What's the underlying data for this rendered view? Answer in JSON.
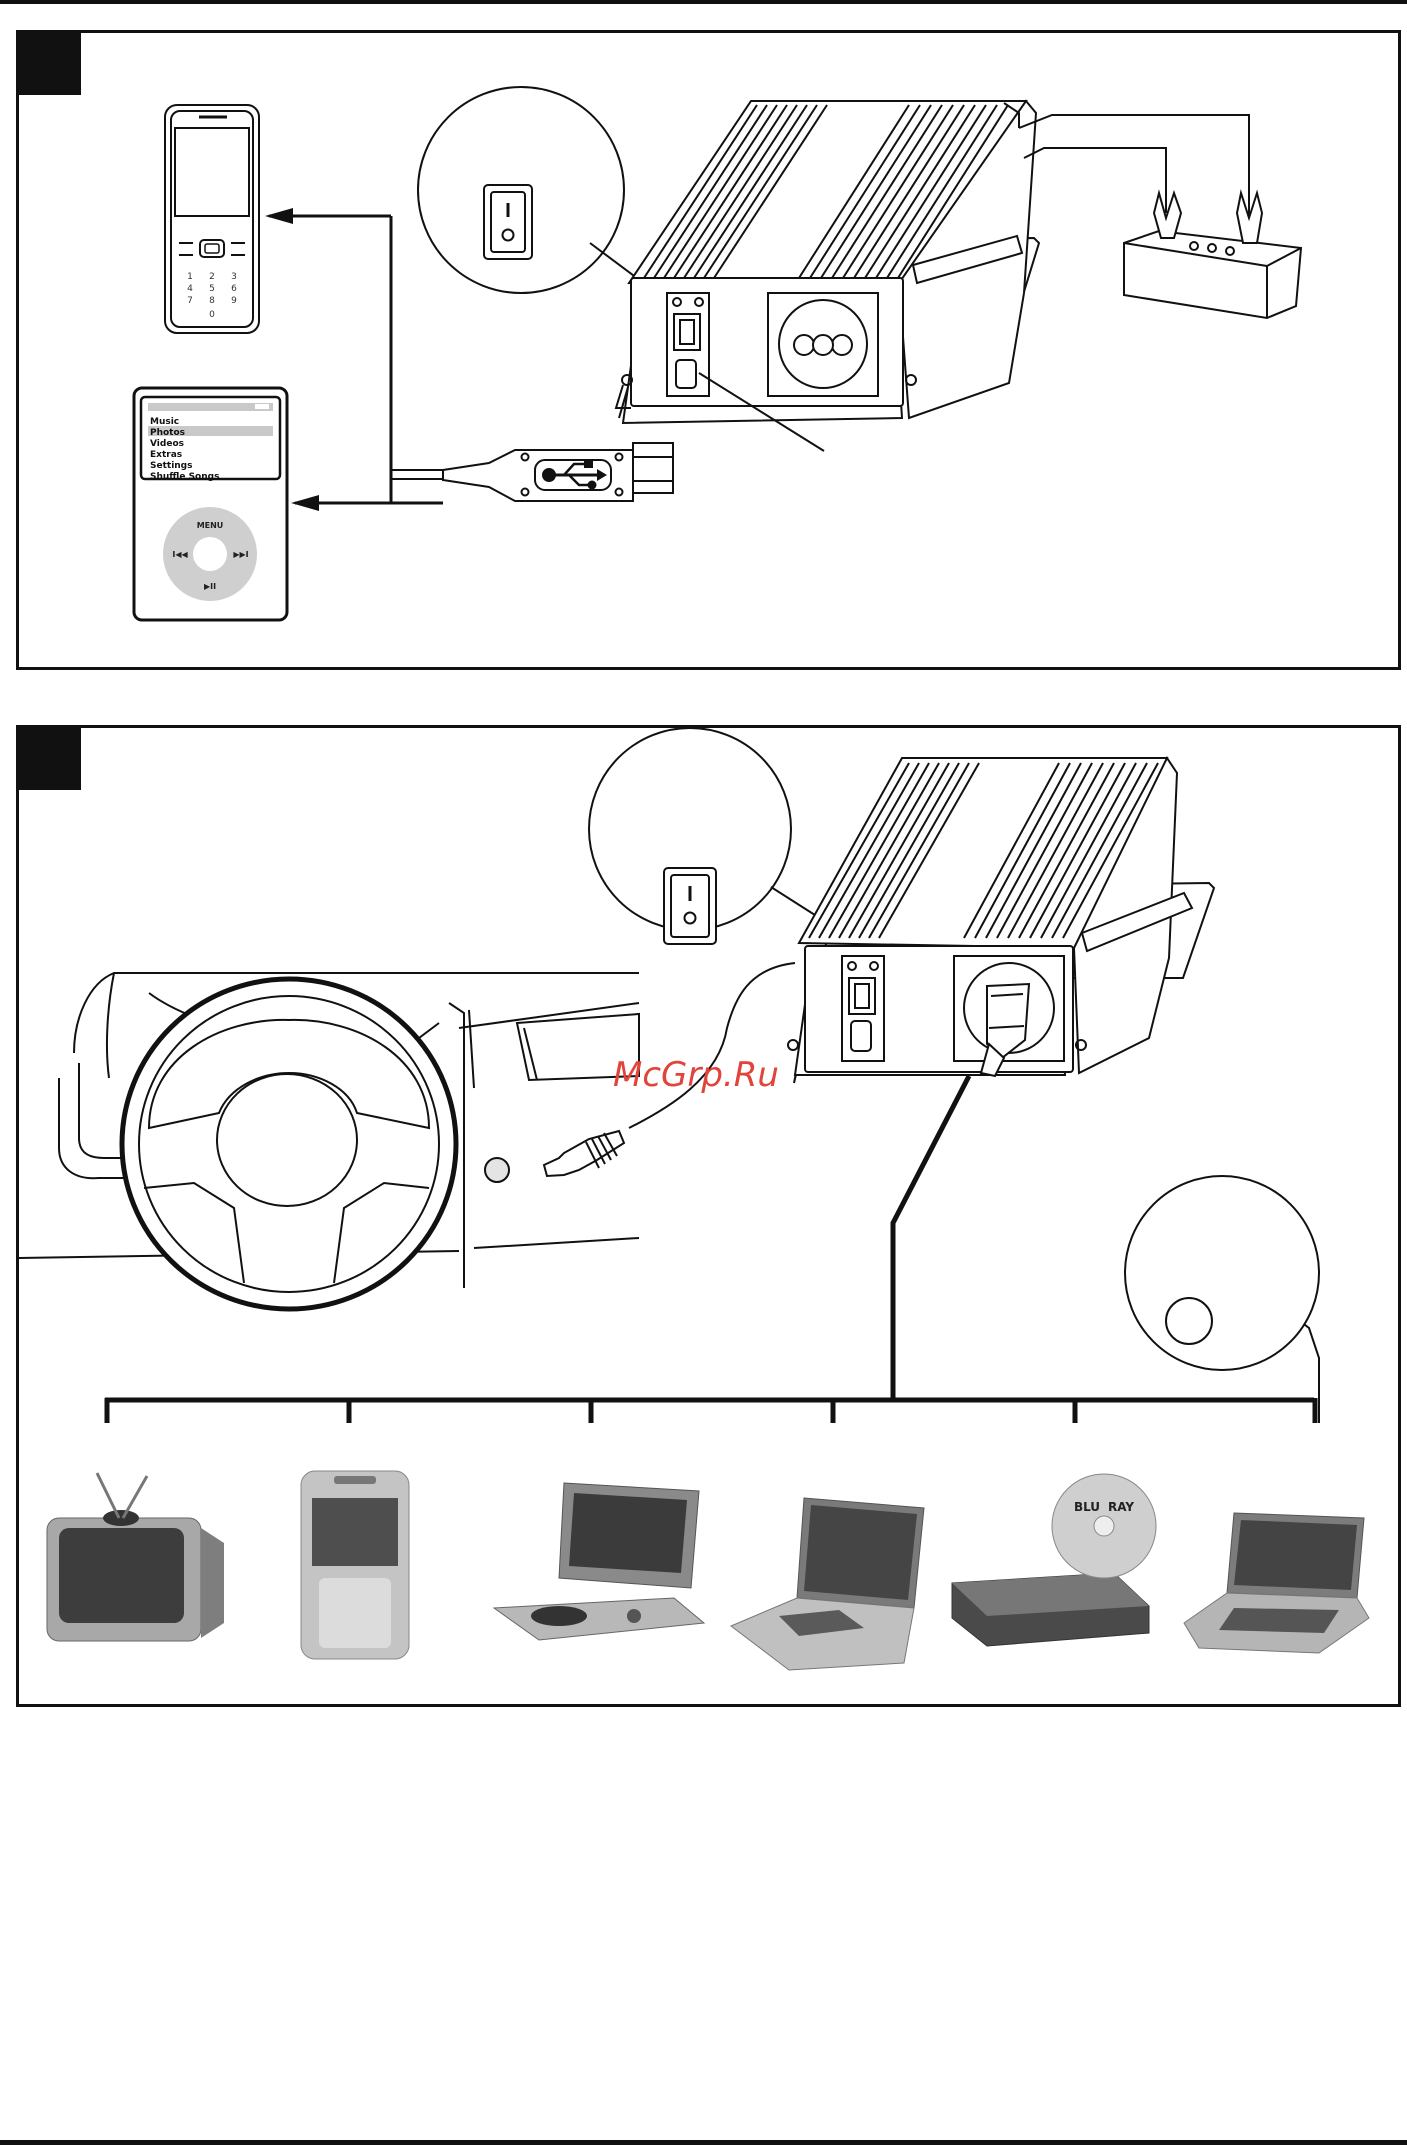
{
  "ipod": {
    "menu_items": [
      "Music",
      "Photos",
      "Videos",
      "Extras",
      "Settings",
      "Shuffle Songs"
    ],
    "selected_index": 1,
    "wheel_top": "MENU",
    "wheel_left": "I◀◀",
    "wheel_right": "▶▶I",
    "wheel_bottom": "▶II"
  },
  "phone_keypad": [
    "1",
    "2",
    "3",
    "4",
    "5",
    "6",
    "7",
    "8",
    "9",
    "0"
  ],
  "watermark": "McGrp.Ru",
  "bluray_disc": {
    "word1": "BLU",
    "word2": "RAY"
  },
  "colors": {
    "line": "#111111",
    "watermark": "#e0443a",
    "device_gray": "#9a9a9a"
  }
}
